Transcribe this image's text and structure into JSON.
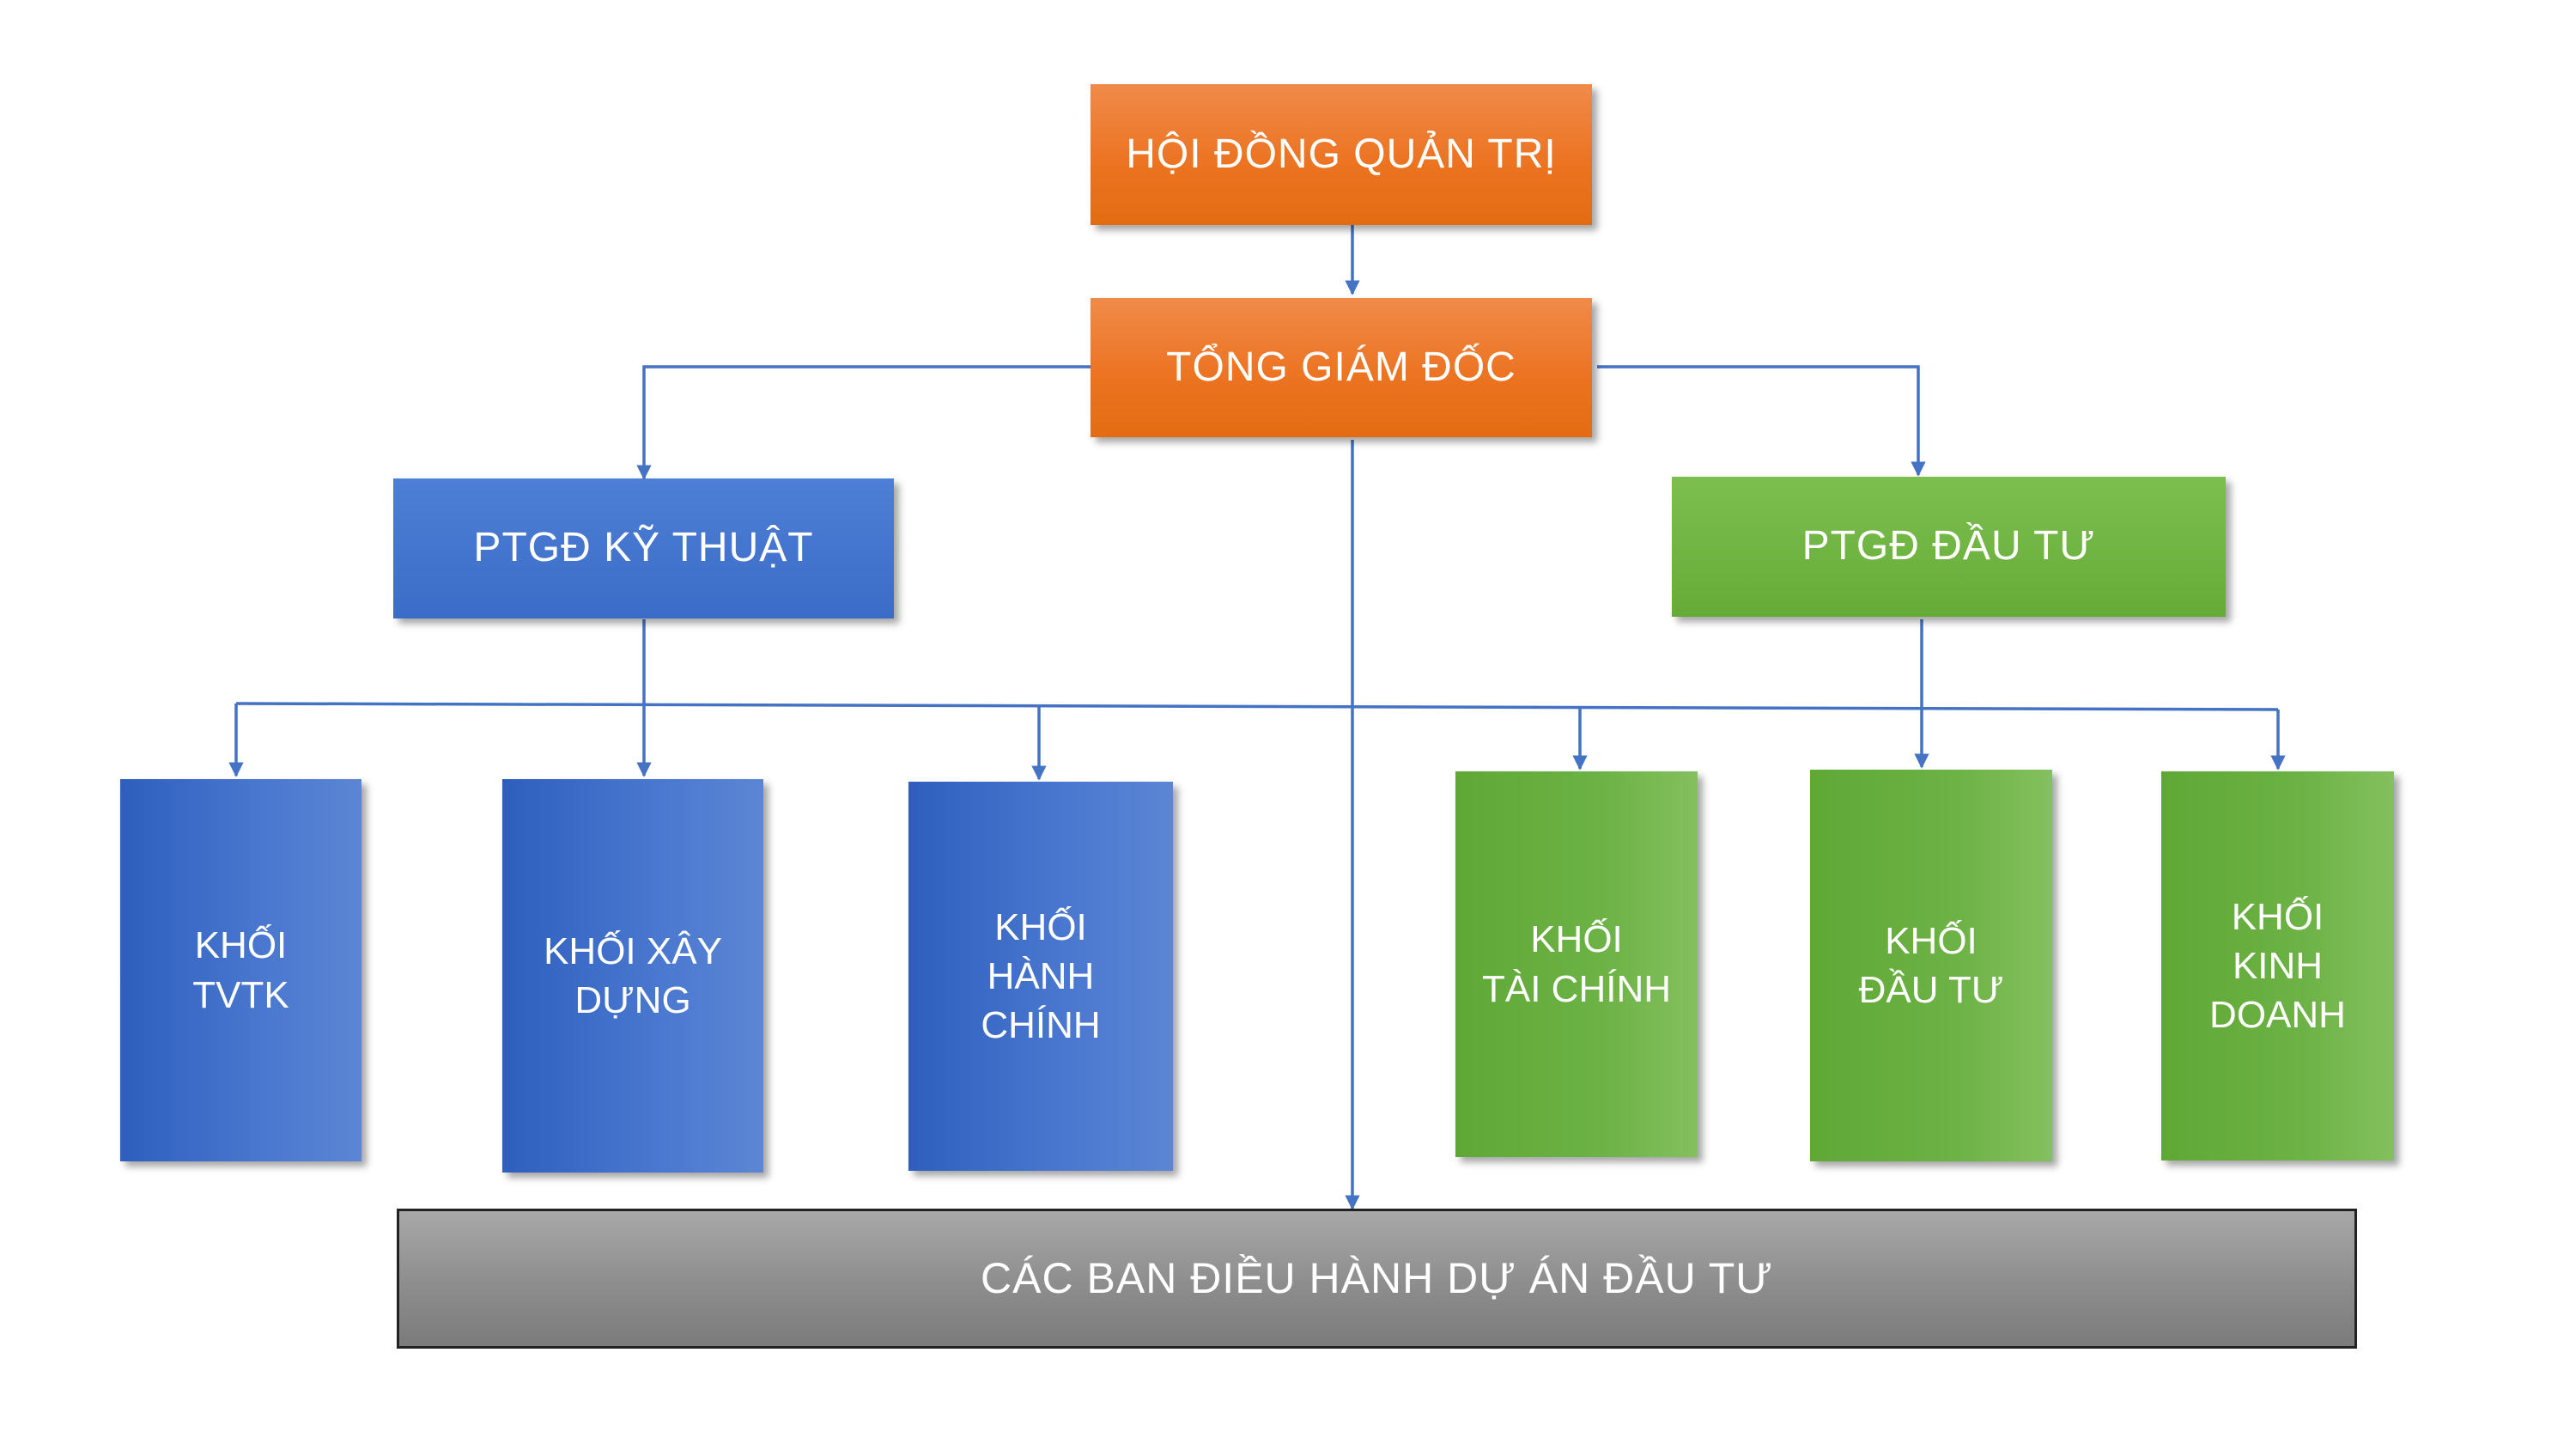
{
  "board": {
    "label": "HỘI ĐỒNG QUẢN TRỊ"
  },
  "ceo": {
    "label": "TỔNG GIÁM ĐỐC"
  },
  "vp_technical": {
    "label": "PTGĐ KỸ THUẬT"
  },
  "vp_investment": {
    "label": "PTGĐ ĐẦU TƯ"
  },
  "technical_blocks": [
    {
      "label": "KHỐI\nTVTK"
    },
    {
      "label": "KHỐI XÂY\nDỰNG"
    },
    {
      "label": "KHỐI\nHÀNH\nCHÍNH"
    }
  ],
  "investment_blocks": [
    {
      "label": "KHỐI\nTÀI CHÍNH"
    },
    {
      "label": "KHỐI\nĐẦU TƯ"
    },
    {
      "label": "KHỐI\nKINH\nDOANH"
    }
  ],
  "project_boards": {
    "label": "CÁC BAN ĐIỀU HÀNH DỰ ÁN ĐẦU TƯ"
  },
  "colors": {
    "connector": "#4472c4",
    "orange": "#ec7422",
    "blue": "#3b6cc7",
    "green": "#6cb245",
    "gray": "#8d8d8d"
  }
}
